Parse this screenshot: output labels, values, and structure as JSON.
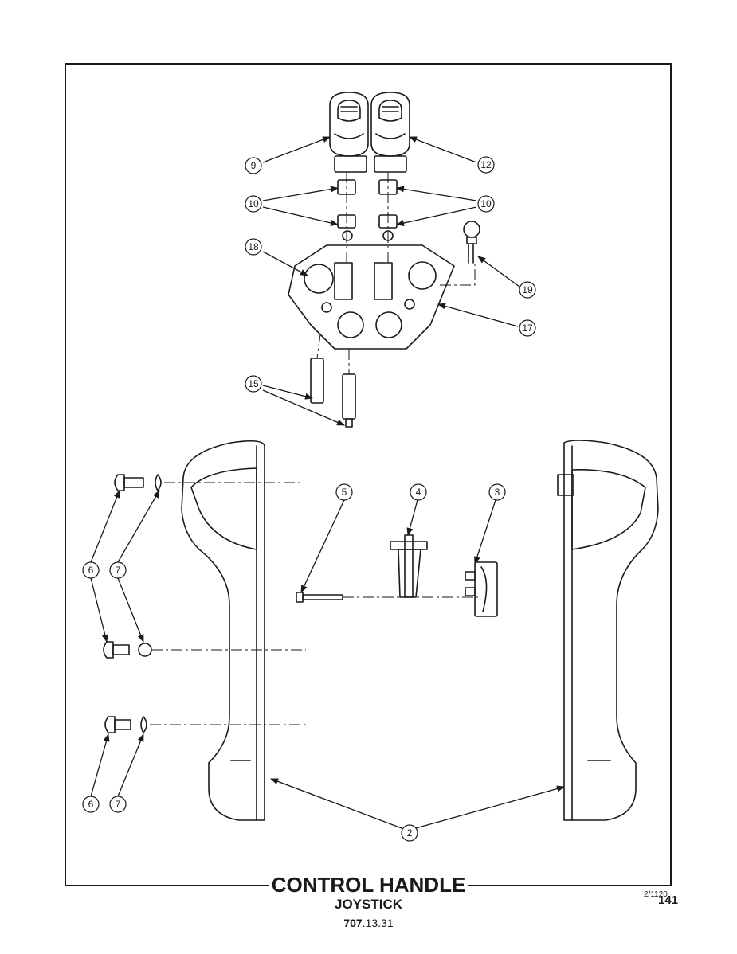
{
  "page": {
    "title": "CONTROL HANDLE",
    "subtitle": "JOYSTICK",
    "doc_number_bold": "707",
    "doc_number_rest": ".13.31",
    "revision": "2/1120",
    "page_number": "141"
  },
  "callouts": [
    "9",
    "12",
    "10",
    "10",
    "18",
    "19",
    "17",
    "15",
    "5",
    "4",
    "3",
    "6",
    "7",
    "6",
    "7",
    "2"
  ]
}
